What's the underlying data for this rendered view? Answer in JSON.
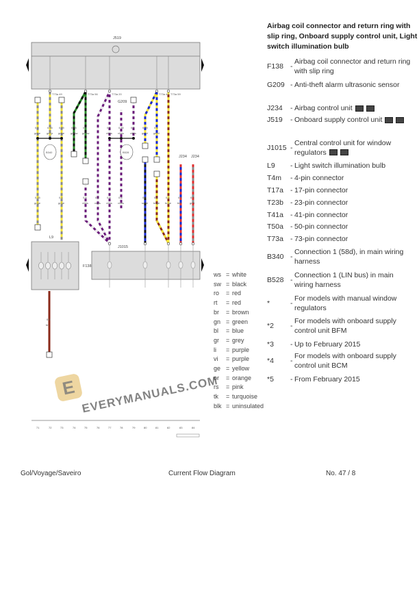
{
  "diagram": {
    "control_unit_top": "J519",
    "control_unit_j1015": "J1015",
    "switch_f138": "F138",
    "bulb_l9": "L9",
    "sensor_g209": "G209",
    "airbag_j234": [
      "J234",
      "J234"
    ],
    "connection_b340": "B340",
    "connection_b528": "B528",
    "top_labels": [
      {
        "g": "0.5",
        "c": "gr/ge"
      },
      {
        "g": "0.35",
        "c": "ge/gr"
      },
      {
        "g": "0.35",
        "c": "gr/ge"
      },
      {
        "g": "0.35",
        "c": "gn/sw"
      },
      {
        "g": "0.5",
        "c": "gn/sw"
      },
      {
        "g": "0.5",
        "c": "vi/ws"
      },
      {
        "g": "0.35",
        "c": "vi/ws"
      },
      {
        "g": "0.5",
        "c": "vi/ws"
      },
      {
        "g": "0.35",
        "c": "ge/bl"
      },
      {
        "g": "0.5",
        "c": "ge/bl"
      }
    ],
    "lower_labels": [
      {
        "g": "0.35",
        "c": "gr/ge"
      },
      {
        "g": "0.5",
        "c": "gr/ge"
      },
      {
        "g": "0.5",
        "c": "vi/ws"
      },
      {
        "g": "0.5",
        "c": "vi/ws"
      },
      {
        "g": "0.5",
        "c": "vi/ws"
      },
      {
        "g": "0.5",
        "c": "vi/ws"
      },
      {
        "g": "0.5",
        "c": "sw/bl"
      },
      {
        "g": "0.5",
        "c": "br/ge"
      },
      {
        "g": "0.5",
        "c": "br/ge"
      },
      {
        "g": "0.5",
        "c": "bl/rt"
      },
      {
        "g": "0.5",
        "c": "gr/rt"
      }
    ],
    "l9_wire": {
      "g": "0.5",
      "c": "br"
    },
    "pins_top": [
      "T73a 49",
      "T73a 56",
      "T73a 20",
      "T73a 47",
      "T73a 59"
    ],
    "grid_numbers": [
      "71",
      "72",
      "73",
      "74",
      "75",
      "76",
      "77",
      "78",
      "79",
      "80",
      "81",
      "82",
      "83",
      "84"
    ],
    "wire_colors": {
      "gr": "#8a8a8a",
      "ge": "#f2e23a",
      "gn": "#2a8a2a",
      "sw": "#111111",
      "vi": "#6a1a7a",
      "ws": "#eeeeee",
      "bl": "#1a2acc",
      "br": "#8a2a1a",
      "rt": "#e03030"
    }
  },
  "title": "Airbag coil connector and return ring with slip ring, Onboard supply control unit, Light switch illumination bulb",
  "components": [
    {
      "code": "F138",
      "desc": "Airbag coil connector and return ring with slip ring",
      "icons": 0
    },
    {
      "code": "G209",
      "desc": "Anti-theft alarm ultrasonic sensor",
      "icons": 0
    },
    {
      "code": "J234",
      "desc": "Airbag control unit",
      "icons": 2
    },
    {
      "code": "J519",
      "desc": "Onboard supply control unit",
      "icons": 2
    },
    {
      "code": "J1015",
      "desc": "Central control unit for window regulators",
      "icons": 2
    },
    {
      "code": "L9",
      "desc": "Light switch illumination bulb",
      "icons": 0
    },
    {
      "code": "T4m",
      "desc": "4-pin connector",
      "icons": 0
    },
    {
      "code": "T17a",
      "desc": "17-pin connector",
      "icons": 0
    },
    {
      "code": "T23b",
      "desc": "23-pin connector",
      "icons": 0
    },
    {
      "code": "T41a",
      "desc": "41-pin connector",
      "icons": 0
    },
    {
      "code": "T50a",
      "desc": "50-pin connector",
      "icons": 0
    },
    {
      "code": "T73a",
      "desc": "73-pin connector",
      "icons": 0
    },
    {
      "code": "B340",
      "desc": "Connection 1 (58d), in main wiring harness",
      "icons": 0
    },
    {
      "code": "B528",
      "desc": "Connection 1 (LIN bus) in main wiring harness",
      "icons": 0
    },
    {
      "code": "*",
      "desc": "For models with manual window regulators",
      "icons": 0
    },
    {
      "code": "*2",
      "desc": "For models with onboard supply control unit BFM",
      "icons": 0
    },
    {
      "code": "*3",
      "desc": "Up to February 2015",
      "icons": 0
    },
    {
      "code": "*4",
      "desc": "For models with onboard supply control unit BCM",
      "icons": 0
    },
    {
      "code": "*5",
      "desc": "From February 2015",
      "icons": 0
    }
  ],
  "legend": [
    {
      "k": "ws",
      "v": "white"
    },
    {
      "k": "sw",
      "v": "black"
    },
    {
      "k": "ro",
      "v": "red"
    },
    {
      "k": "rt",
      "v": "red"
    },
    {
      "k": "br",
      "v": "brown"
    },
    {
      "k": "gn",
      "v": "green"
    },
    {
      "k": "bl",
      "v": "blue"
    },
    {
      "k": "gr",
      "v": "grey"
    },
    {
      "k": "li",
      "v": "purple"
    },
    {
      "k": "vi",
      "v": "purple"
    },
    {
      "k": "ge",
      "v": "yellow"
    },
    {
      "k": "or",
      "v": "orange"
    },
    {
      "k": "rs",
      "v": "pink"
    },
    {
      "k": "tk",
      "v": "turquoise"
    },
    {
      "k": "blk",
      "v": "uninsulated"
    }
  ],
  "footer": {
    "model": "Gol/Voyage/Saveiro",
    "doc": "Current Flow Diagram",
    "page": "No.  47 / 8"
  },
  "watermark": "EVERYMANUALS.COM"
}
